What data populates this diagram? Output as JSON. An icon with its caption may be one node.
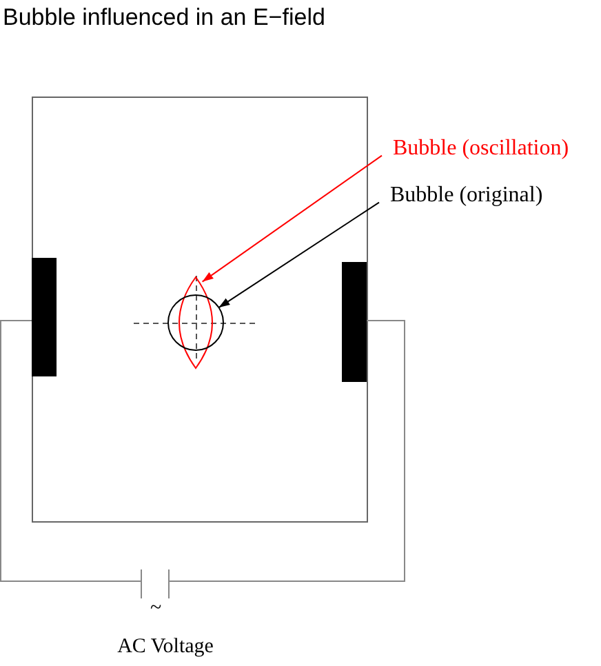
{
  "diagram": {
    "title": "Bubble influenced in an E−field",
    "nodes": [
      {
        "text": [
          "Bubble (oscillation)"
        ]
      },
      {
        "text": [
          "Bubble (original)"
        ]
      },
      {
        "text": [],
        "shape": "ellipse"
      },
      {
        "text": [],
        "shape": "circle"
      }
    ],
    "edges": [
      {
        "from": 0,
        "to": 2,
        "arrow": "to",
        "color": "#ff0000"
      },
      {
        "from": 1,
        "to": 3,
        "arrow": "to",
        "color": "#000000"
      }
    ],
    "labels": [
      "~",
      "AC Voltage"
    ]
  }
}
